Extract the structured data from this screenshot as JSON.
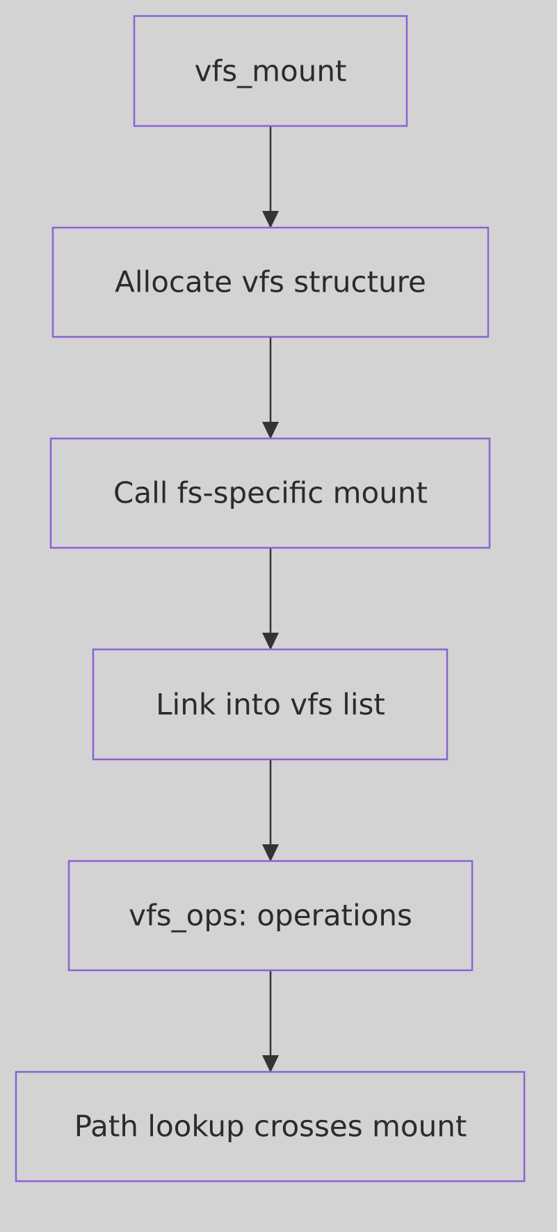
{
  "diagram": {
    "colors": {
      "background": "#d3d3d4",
      "node_border": "#8a63d2",
      "node_text": "#2b2b2b",
      "edge": "#333333"
    },
    "nodes": [
      {
        "id": "vfs-mount",
        "label": "vfs_mount"
      },
      {
        "id": "allocate-vfs-structure",
        "label": "Allocate vfs structure"
      },
      {
        "id": "call-fs-specific-mount",
        "label": "Call fs-specific mount"
      },
      {
        "id": "link-into-vfs-list",
        "label": "Link into vfs list"
      },
      {
        "id": "vfs-ops-operations",
        "label": "vfs_ops: operations"
      },
      {
        "id": "path-lookup-crosses-mount",
        "label": "Path lookup crosses mount"
      }
    ],
    "edges": [
      {
        "from": "vfs-mount",
        "to": "allocate-vfs-structure"
      },
      {
        "from": "allocate-vfs-structure",
        "to": "call-fs-specific-mount"
      },
      {
        "from": "call-fs-specific-mount",
        "to": "link-into-vfs-list"
      },
      {
        "from": "link-into-vfs-list",
        "to": "vfs-ops-operations"
      },
      {
        "from": "vfs-ops-operations",
        "to": "path-lookup-crosses-mount"
      }
    ]
  }
}
